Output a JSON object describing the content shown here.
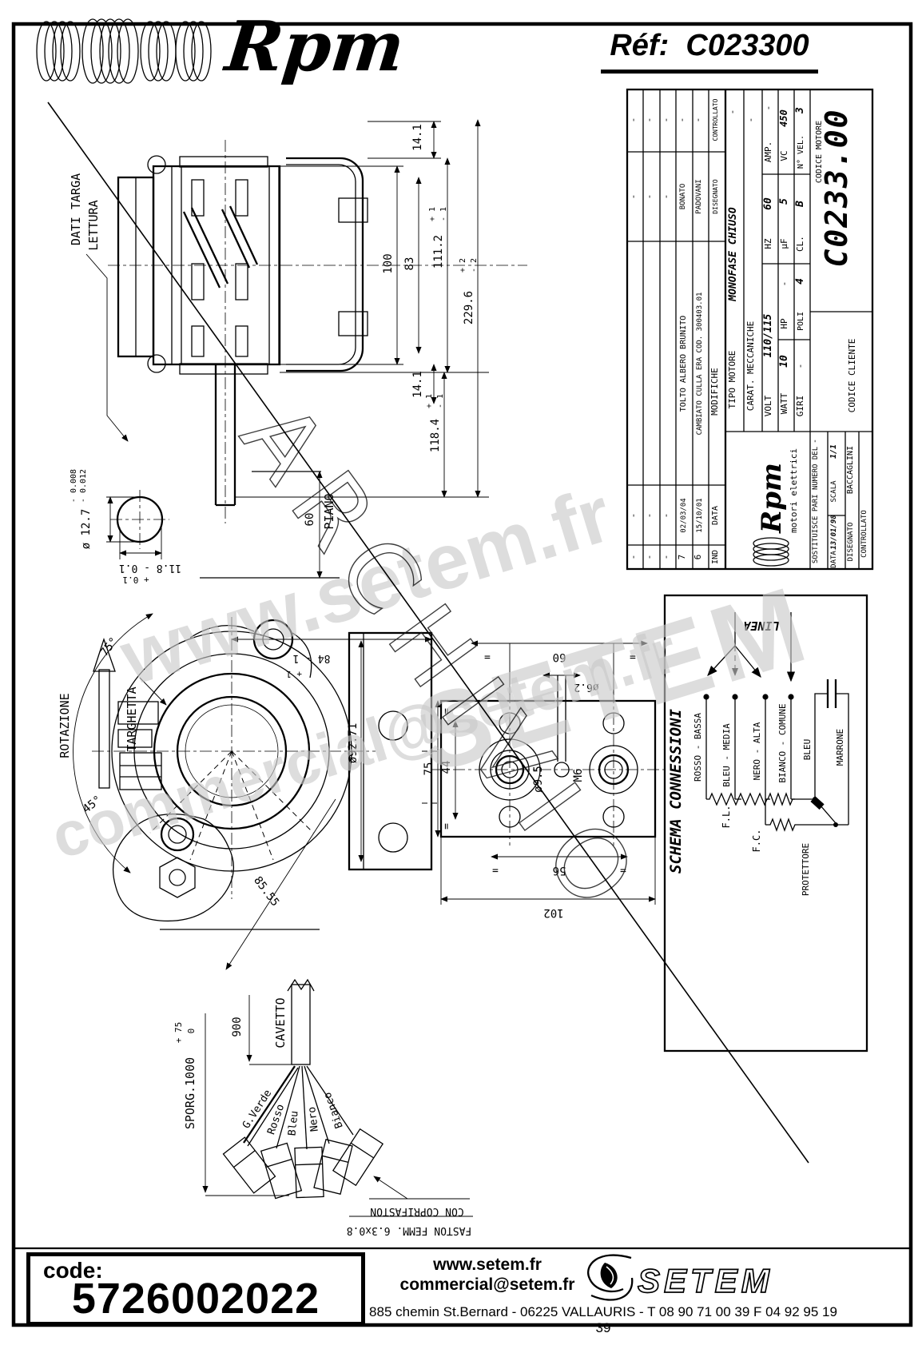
{
  "header": {
    "brand": "Rpm",
    "ref_label": "Réf:",
    "ref_value": "C023300"
  },
  "foot": {
    "code_label": "code:",
    "code": "5726002022",
    "site": "www.setem.fr",
    "email": "commercial@setem.fr",
    "address": "885 chemin St.Bernard  -  06225 VALLAURIS  -  T 08 90 71 00 39   F 04 92 95 19 39",
    "brand": "SETEM"
  },
  "watermarks": {
    "wm1": "www.setem.fr",
    "wm2": "SETEM",
    "wm3": "commercial@setem.fr",
    "stamp": "ARCHIVIO"
  },
  "top_view": {
    "dati_targa": "DATI TARGA",
    "lettura": "LETTURA",
    "piano": "PIANO",
    "d141a": "14.1",
    "d100": "100",
    "d83": "83",
    "d1112": "111.2",
    "d1112p": "+ 1",
    "d1112m": "- 1",
    "d2296": "229.6",
    "d2296p": "+ 2",
    "d2296m": "- 2",
    "d141b": "14.1",
    "d1184": "118.4",
    "d1184p": "+ 1",
    "d1184m": "- 1",
    "d60": "60"
  },
  "shaft_detail": {
    "dia": "ø 12.7",
    "tol_a": "- 0.008",
    "tol_b": "- 0.012",
    "w": "11.8  - 0.1",
    "w2": "+ 0.1"
  },
  "front_view": {
    "rotazione": "ROTAZIONE",
    "targhetta": "TARGHETTA",
    "a75": "75°",
    "a45": "45°",
    "d84": "84  - 1",
    "d84p": "+ 1",
    "dia9271": "ø92.71",
    "d8555": "85.55"
  },
  "plate_view": {
    "d60": "60",
    "dia62": "ø6.2",
    "d75": "75",
    "d44": "44",
    "dia95": "ø9.5",
    "m6": "M6",
    "d56": "56",
    "d102": "102",
    "eq": "="
  },
  "cable_view": {
    "cavetto": "CAVETTO",
    "d900": "900",
    "sporg": "SPORG.1000",
    "sporg_p": "+ 75",
    "sporg_0": "0",
    "wire1": "G.Verde",
    "wire2": "Rosso",
    "wire3": "Bleu",
    "wire4": "Nero",
    "wire5": "Bianco",
    "coprifaston": "CON COPRIFASTON",
    "faston": "FASTON FEMM.  6.3x0.8"
  },
  "schema": {
    "title": "SCHEMA CONNESSIONI",
    "linea": "LINEA",
    "wire1": "ROSSO - BASSA",
    "wire2": "BLEU - MEDIA",
    "wire3": "NERO - ALTA",
    "wire4": "BIANCO - COMUNE",
    "bleu": "BLEU",
    "marrone": "MARRONE",
    "fl": "F.L.",
    "fc": "F.C.",
    "protettore": "PROTETTORE"
  },
  "title_block": {
    "dash": "-",
    "rev": {
      "r7_ind": "7",
      "r7_data": "02/03/04",
      "r7_mod": "TOLTO ALBERO BRUNITO",
      "r6_ind": "6",
      "r6_data": "15/10/01",
      "r6_mod": "CAMBIATO CULLA ERA COD. 300403.01",
      "h_ind": "IND",
      "h_data": "DATA",
      "h_mod": "MODIFICHE",
      "firm1": "BONATO",
      "firm2": "PADOVANI",
      "firm1_label": "DISEGNATO",
      "firm2_label": "CONTROLLATO"
    },
    "tipo_label": "TIPO MOTORE",
    "tipo": "MONOFASE CHIUSO",
    "carat_label": "CARAT. MECCANICHE",
    "volt_label": "VOLT",
    "volt": "110/115",
    "hz_label": "HZ",
    "hz": "60",
    "amp_label": "AMP.",
    "watt_label": "WATT",
    "watt": "10",
    "hp_label": "HP",
    "uf_label": "µF",
    "uf": "5",
    "vc_label": "VC",
    "vc": "450",
    "giri_label": "GIRI",
    "poli_label": "POLI",
    "poli": "4",
    "cl_label": "CL.",
    "cl": "B",
    "nvel_label": "N° VEL.",
    "nvel": "3",
    "logo_brand": "Rpm",
    "logo_sub": "motori elettrici",
    "sostituisce_label": "SOSTITUISCE PARI NUMERO DEL",
    "data_label": "DATA",
    "data_value": "13/01/98",
    "scala_label": "SCALA",
    "scala_value": "1/1",
    "disegnato_label": "DISEGNATO",
    "disegnato_value": "BACCAGLINI",
    "controllato_label": "CONTROLLATO",
    "codice_motore_label": "CODICE MOTORE",
    "codice_motore": "C0233.00",
    "codice_cliente_label": "CODICE CLIENTE"
  }
}
